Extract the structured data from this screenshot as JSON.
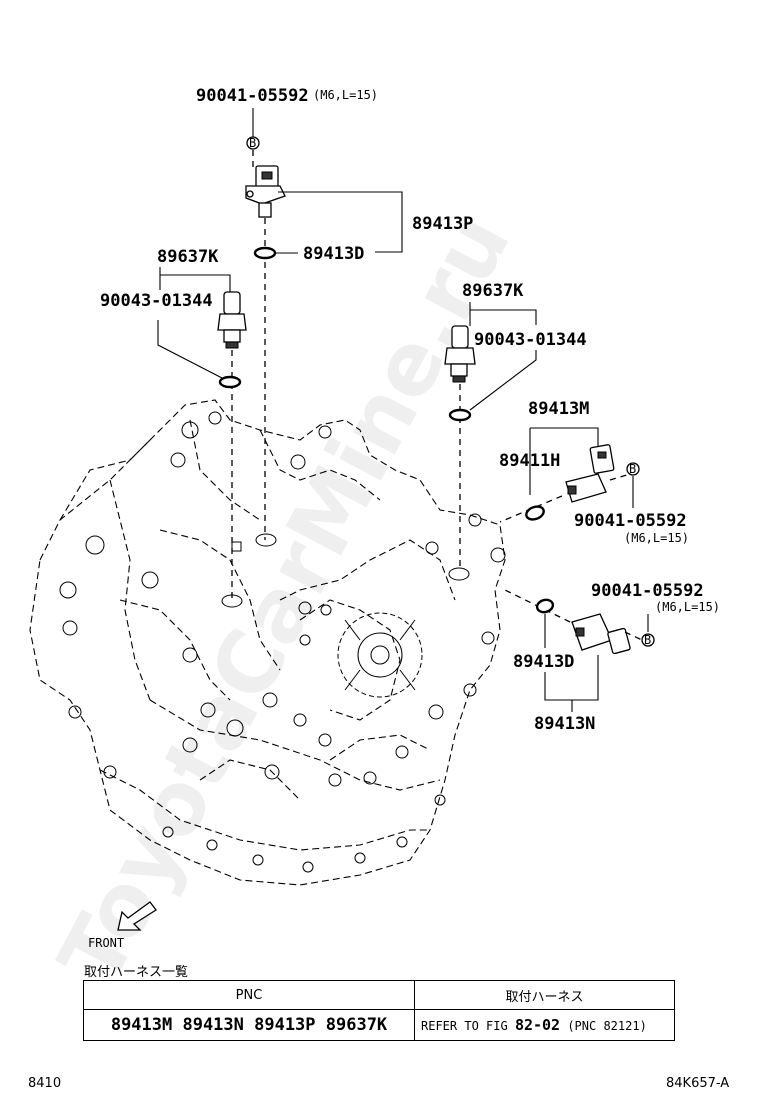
{
  "watermark": "ToyotaCarMine.ru",
  "callouts": {
    "bolt_top": {
      "part": "90041-05592",
      "spec": "(M6,L=15)"
    },
    "sensor_top": "89413P",
    "gasket_top": "89413D",
    "switch_left": "89637K",
    "oring_left": "90043-01344",
    "switch_right": "89637K",
    "oring_right": "90043-01344",
    "sensor_mid_assy": "89413M",
    "gasket_mid": "89411H",
    "bolt_mid": {
      "part": "90041-05592",
      "spec": "(M6,L=15)"
    },
    "bolt_low": {
      "part": "90041-05592",
      "spec": "(M6,L=15)"
    },
    "gasket_low": "89413D",
    "sensor_low_assy": "89413N",
    "bolt_marker": "B"
  },
  "front_label": "FRONT",
  "harness": {
    "caption": "取付ハーネス一覧",
    "col_pnc": "PNC",
    "col_harness": "取付ハーネス",
    "pnc_list": "89413M 89413N 89413P 89637K",
    "ref_text": "REFER TO FIG",
    "ref_fig": "82-02",
    "ref_pnc": "(PNC 82121)"
  },
  "page_number_left": "8410",
  "figure_code": "84K657-A"
}
